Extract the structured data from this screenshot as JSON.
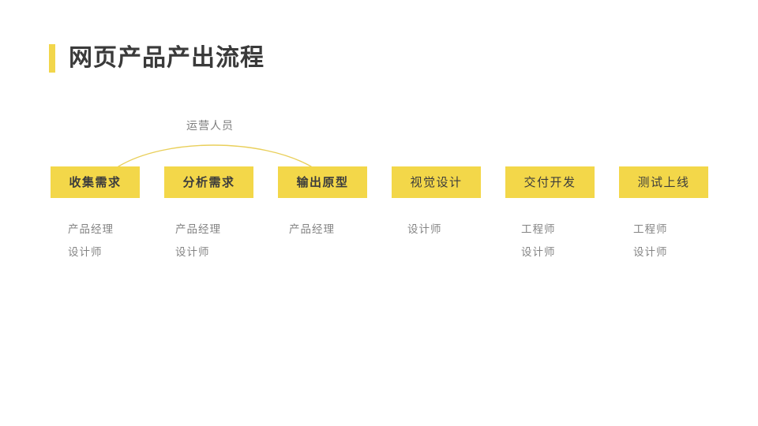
{
  "slide": {
    "title": "网页产品产出流程",
    "accent_color": "#f2d64b",
    "box_color": "#f3d749",
    "title_color": "#3a3a3a",
    "role_text_color": "#848484"
  },
  "arc": {
    "label": "运营人员",
    "color": "#e9cf5a",
    "from_stage_index": 0,
    "to_stage_index": 2
  },
  "flow": {
    "stages": [
      {
        "label": "收集需求",
        "emphasis": true,
        "roles": [
          "产品经理",
          "设计师"
        ]
      },
      {
        "label": "分析需求",
        "emphasis": true,
        "roles": [
          "产品经理",
          "设计师"
        ]
      },
      {
        "label": "输出原型",
        "emphasis": true,
        "roles": [
          "产品经理"
        ]
      },
      {
        "label": "视觉设计",
        "emphasis": false,
        "roles": [
          "设计师"
        ]
      },
      {
        "label": "交付开发",
        "emphasis": false,
        "roles": [
          "工程师",
          "设计师"
        ]
      },
      {
        "label": "测试上线",
        "emphasis": false,
        "roles": [
          "工程师",
          "设计师"
        ]
      }
    ]
  }
}
